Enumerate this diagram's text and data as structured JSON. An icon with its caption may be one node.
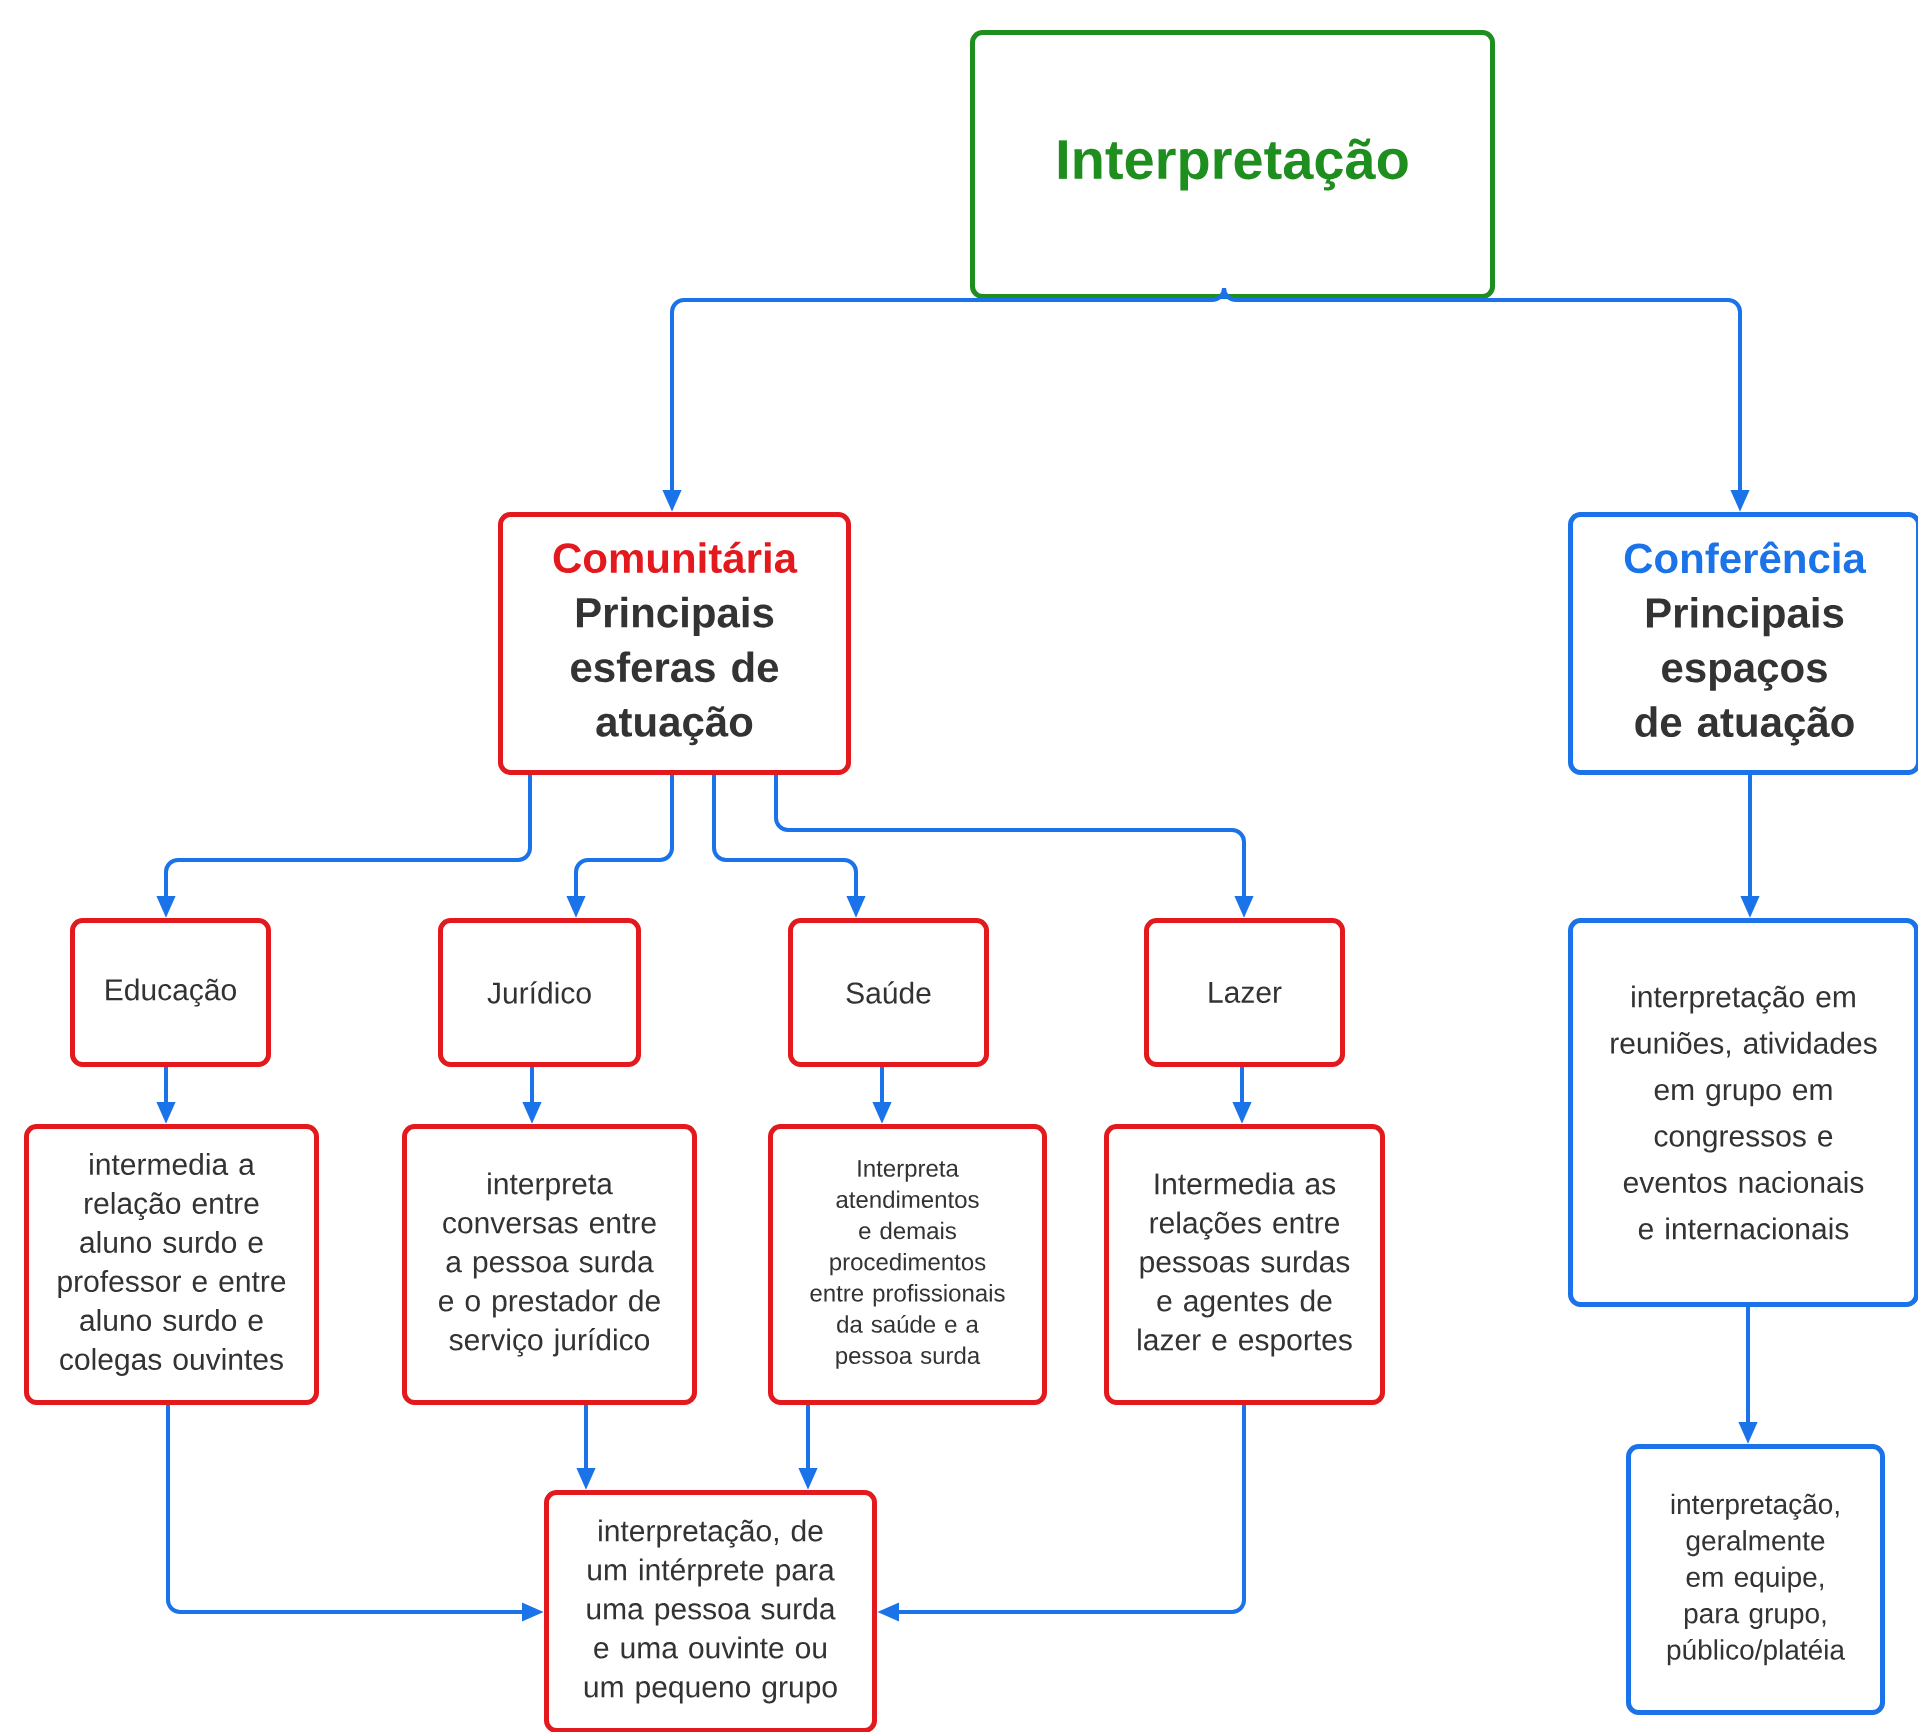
{
  "diagram": {
    "nodes": [
      {
        "text": [
          "Interpretação"
        ]
      },
      {
        "text": [
          "Comunitária",
          "Principais esferas de atuação"
        ]
      },
      {
        "text": [
          "Conferência",
          "Principais espaços de atuação"
        ]
      },
      {
        "text": [
          "Educação"
        ]
      },
      {
        "text": [
          "Jurídico"
        ]
      },
      {
        "text": [
          "Saúde"
        ]
      },
      {
        "text": [
          "Lazer"
        ]
      },
      {
        "text": [
          "intermedia a relação entre aluno surdo e professor e entre aluno surdo e colegas ouvintes"
        ]
      },
      {
        "text": [
          "interpreta conversas entre a pessoa surda e o prestador de serviço jurídico"
        ]
      },
      {
        "text": [
          "Interpreta atendimentos e demais procedimentos entre profissionais da saúde e a pessoa surda"
        ]
      },
      {
        "text": [
          "Intermedia as relações entre pessoas surdas e agentes de lazer e esportes"
        ]
      },
      {
        "text": [
          "interpretação, de um intérprete para uma pessoa surda e uma ouvinte ou um pequeno grupo"
        ]
      },
      {
        "text": [
          "interpretação em reuniões, atividades em grupo em congressos e eventos nacionais e internacionais"
        ]
      },
      {
        "text": [
          "interpretação, geralmente em equipe, para grupo, público/platéia"
        ]
      }
    ],
    "edges": [
      {
        "from": 0,
        "to": 1,
        "arrow": "to"
      },
      {
        "from": 0,
        "to": 2,
        "arrow": "to"
      },
      {
        "from": 1,
        "to": 3,
        "arrow": "to"
      },
      {
        "from": 1,
        "to": 4,
        "arrow": "to"
      },
      {
        "from": 1,
        "to": 5,
        "arrow": "to"
      },
      {
        "from": 1,
        "to": 6,
        "arrow": "to"
      },
      {
        "from": 3,
        "to": 7,
        "arrow": "to"
      },
      {
        "from": 4,
        "to": 8,
        "arrow": "to"
      },
      {
        "from": 5,
        "to": 9,
        "arrow": "to"
      },
      {
        "from": 6,
        "to": 10,
        "arrow": "to"
      },
      {
        "from": 7,
        "to": 11,
        "arrow": "to"
      },
      {
        "from": 8,
        "to": 11,
        "arrow": "to"
      },
      {
        "from": 9,
        "to": 11,
        "arrow": "to"
      },
      {
        "from": 10,
        "to": 11,
        "arrow": "to"
      },
      {
        "from": 2,
        "to": 12,
        "arrow": "to"
      },
      {
        "from": 12,
        "to": 13,
        "arrow": "to"
      }
    ]
  }
}
